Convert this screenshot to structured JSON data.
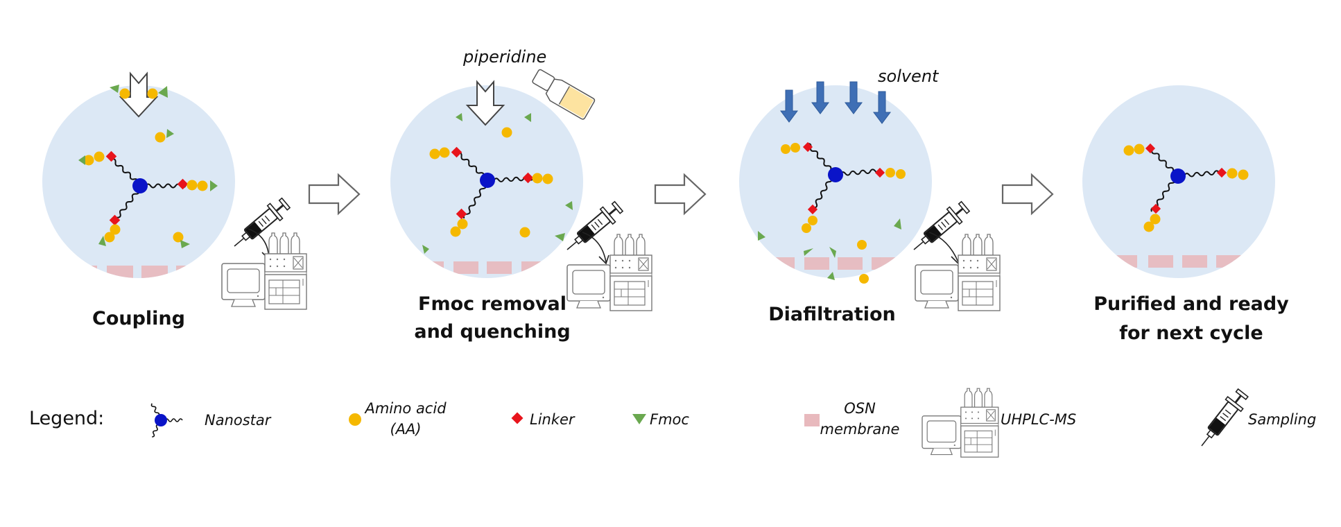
{
  "colors": {
    "reactor": "#dce8f5",
    "nanostar_core": "#0a14c8",
    "amino_acid": "#f5b800",
    "linker": "#e8141c",
    "fmoc": "#6aa84f",
    "membrane": "#e8b9bd",
    "solvent_arrow": "#3f6fb5",
    "vial_liquid": "#fde3a0",
    "outline": "#555555"
  },
  "stages": [
    {
      "id": "coupling",
      "label_lines": [
        "Coupling"
      ],
      "has_sampling": true,
      "reagent_label": "",
      "free_fmoc": true,
      "chain_ends_fmoc": true
    },
    {
      "id": "fmoc-removal",
      "label_lines": [
        "Fmoc removal",
        "and quenching"
      ],
      "has_sampling": true,
      "reagent_label": "piperidine",
      "free_fmoc": true,
      "chain_ends_fmoc": false
    },
    {
      "id": "diafiltration",
      "label_lines": [
        "Diafiltration"
      ],
      "has_sampling": true,
      "reagent_label": "solvent",
      "free_fmoc": true,
      "chain_ends_fmoc": false
    },
    {
      "id": "purified",
      "label_lines": [
        "Purified and ready",
        "for next cycle"
      ],
      "has_sampling": false,
      "reagent_label": "",
      "free_fmoc": false,
      "chain_ends_fmoc": false
    }
  ],
  "legend": {
    "title": "Legend:",
    "items": [
      {
        "icon": "nanostar-icon",
        "label_lines": [
          "Nanostar"
        ]
      },
      {
        "icon": "amino-acid-icon",
        "label_lines": [
          "Amino acid",
          "(AA)"
        ]
      },
      {
        "icon": "linker-icon",
        "label_lines": [
          "Linker"
        ]
      },
      {
        "icon": "fmoc-icon",
        "label_lines": [
          "Fmoc"
        ]
      },
      {
        "icon": "membrane-icon",
        "label_lines": [
          "OSN",
          "membrane"
        ]
      },
      {
        "icon": "uhplc-ms-icon",
        "label_lines": [
          "UHPLC-MS"
        ]
      },
      {
        "icon": "syringe-icon",
        "label_lines": [
          "Sampling"
        ]
      }
    ]
  }
}
